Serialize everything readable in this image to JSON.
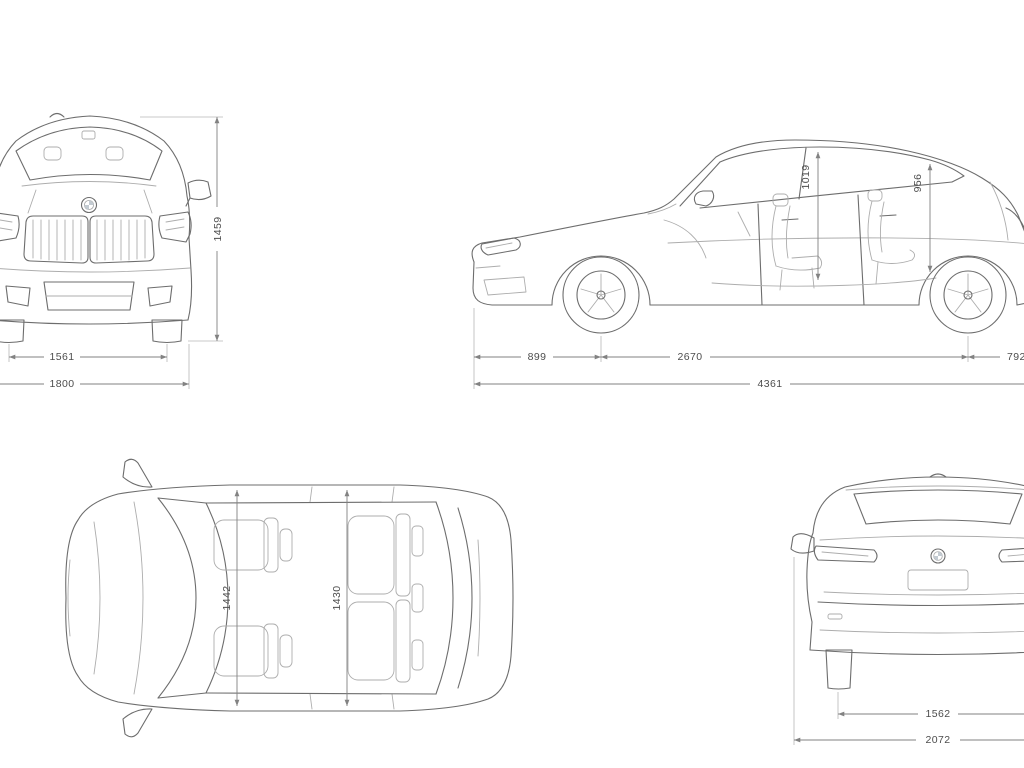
{
  "colors": {
    "body_line": "#6d6d6d",
    "detail_line": "#adadad",
    "dimension_line": "#828282",
    "label_text": "#4d4d4d",
    "background": "#ffffff"
  },
  "views": {
    "front": {
      "dimensions": {
        "height": "1459",
        "track_width": "1561",
        "overall_width": "1800"
      }
    },
    "side": {
      "dimensions": {
        "front_interior_height": "1019",
        "rear_interior_height": "956",
        "front_overhang": "899",
        "wheelbase": "2670",
        "rear_overhang": "792",
        "overall_length": "4361"
      }
    },
    "top": {
      "dimensions": {
        "front_interior_width": "1442",
        "rear_interior_width": "1430"
      }
    },
    "rear": {
      "dimensions": {
        "rear_track_width": "1562",
        "width_incl_mirrors": "2072"
      }
    }
  }
}
